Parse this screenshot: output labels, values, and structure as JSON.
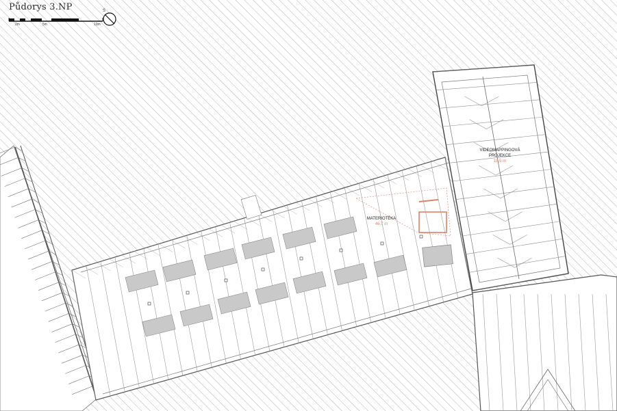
{
  "title": "Půdorys 3.NP",
  "scale_bar": {
    "labels": [
      "2m",
      "5m",
      "10m"
    ]
  },
  "north_arrow": {
    "letter": "S"
  },
  "rooms": {
    "materioteka": {
      "name": "MATERIOTÉKA",
      "area": "46,7 m"
    },
    "videomapping": {
      "name_line1": "VIDEOMAPPINGOVÁ",
      "name_line2": "PROJEKCE",
      "area": "18,5 m"
    }
  },
  "colors": {
    "linework": "#6b6b6b",
    "hatch": "#9a9a9a",
    "furniture": "#c9c9c9",
    "accent": "#d9826a"
  }
}
